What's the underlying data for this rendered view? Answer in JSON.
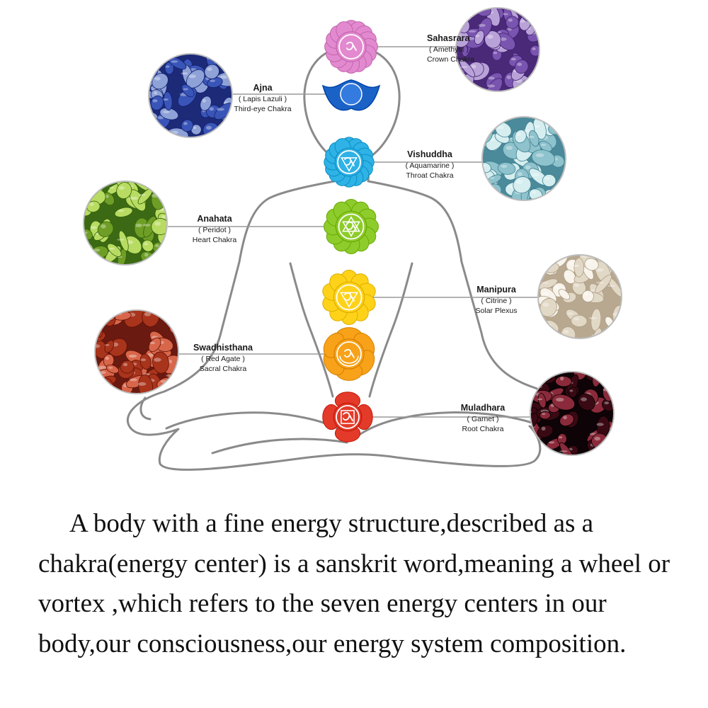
{
  "colors": {
    "outline": "#8a8a8a",
    "leader": "#9a9a9a",
    "text": "#1a1a1a"
  },
  "chakras": [
    {
      "key": "sahasrara",
      "name": "Sahasrara",
      "stone": "( Amethyst )",
      "desc": "Crown Chakra",
      "color": "#e389cf",
      "symbol": "om",
      "stone_colors": [
        "#4a2a78",
        "#7a55b0",
        "#b9a2d8"
      ]
    },
    {
      "key": "ajna",
      "name": "Ajna",
      "stone": "( Lapis Lazuli )",
      "desc": "Third-eye Chakra",
      "color": "#1b62c7",
      "symbol": "om",
      "stone_colors": [
        "#1c2a78",
        "#3a55b8",
        "#8ea2d8"
      ]
    },
    {
      "key": "vishuddha",
      "name": "Vishuddha",
      "stone": "( Aquamarine )",
      "desc": "Throat Chakra",
      "color": "#2fb2e6",
      "symbol": "ham",
      "stone_colors": [
        "#4a8a9a",
        "#8ec2cc",
        "#d6eef0"
      ]
    },
    {
      "key": "anahata",
      "name": "Anahata",
      "stone": "( Peridot )",
      "desc": "Heart Chakra",
      "color": "#8dcc2a",
      "symbol": "yam",
      "stone_colors": [
        "#3c6a14",
        "#6e9e26",
        "#b8dc62"
      ]
    },
    {
      "key": "manipura",
      "name": "Manipura",
      "stone": "( Citrine )",
      "desc": "Solar Plexus",
      "color": "#ffd21a",
      "symbol": "ram",
      "stone_colors": [
        "#b8a890",
        "#e2d8c6",
        "#f8f4ec"
      ]
    },
    {
      "key": "swadhisthana",
      "name": "Swadhisthana",
      "stone": "( Red Agate )",
      "desc": "Sacral Chakra",
      "color": "#f8a21a",
      "symbol": "vam",
      "stone_colors": [
        "#6a1a10",
        "#a8341c",
        "#d8664a"
      ]
    },
    {
      "key": "muladhara",
      "name": "Muladhara",
      "stone": "( Garnet )",
      "desc": "Root Chakra",
      "color": "#e43a2a",
      "symbol": "lam",
      "stone_colors": [
        "#0e0408",
        "#3a0a14",
        "#8a2a3a"
      ]
    }
  ],
  "caption": "A body with a fine energy structure,described as a chakra(energy center) is a sanskrit word,meaning a wheel or vortex ,which refers to the seven energy centers in our body,our consciousness,our energy system composition."
}
